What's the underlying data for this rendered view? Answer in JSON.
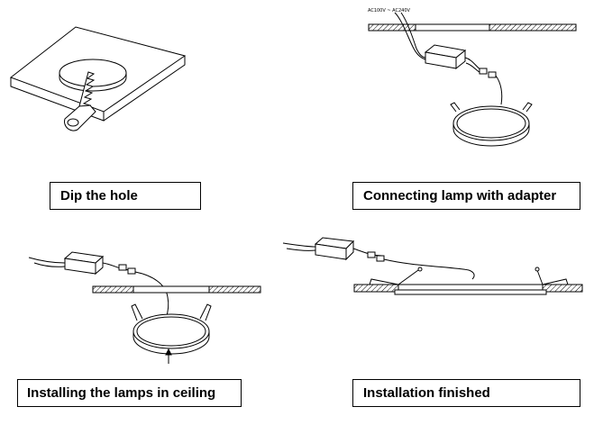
{
  "steps": [
    {
      "label": "Dip the hole"
    },
    {
      "label": "Connecting lamp with adapter"
    },
    {
      "label": "Installing the lamps in ceiling"
    },
    {
      "label": "Installation finished"
    }
  ],
  "adapter_voltage_label": "AC100V ~ AC240V",
  "colors": {
    "line": "#000000",
    "background": "#ffffff"
  }
}
